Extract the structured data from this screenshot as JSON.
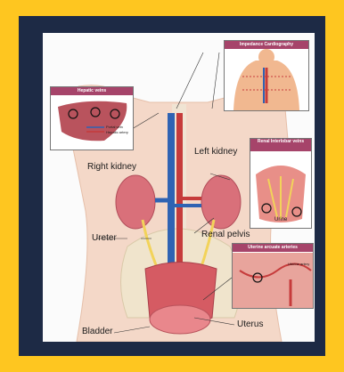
{
  "colors": {
    "frame": "#fec620",
    "panel": "#1d2a45",
    "inset_header": "#a6446a",
    "kidney": "#d9707a",
    "vein": "#2f63b3",
    "artery": "#c63b3b",
    "ureter": "#f2d35a"
  },
  "labels": {
    "right_kidney": "Right kidney",
    "left_kidney": "Left kidney",
    "ureter": "Ureter",
    "renal_pelvis": "Renal pelvis",
    "bladder": "Bladder",
    "uterus": "Uterus"
  },
  "insets": {
    "impedance": {
      "title": "Impedance Cardiography"
    },
    "hepatic": {
      "title": "Hepatic veins",
      "legend": [
        "Portal vein",
        "Hepatic artery"
      ]
    },
    "interlobar": {
      "title": "Renal Interlobar veins",
      "caption": "Urine"
    },
    "arcuate": {
      "title": "Uterine arcuate arteries",
      "legend": "Uterine artery"
    }
  }
}
